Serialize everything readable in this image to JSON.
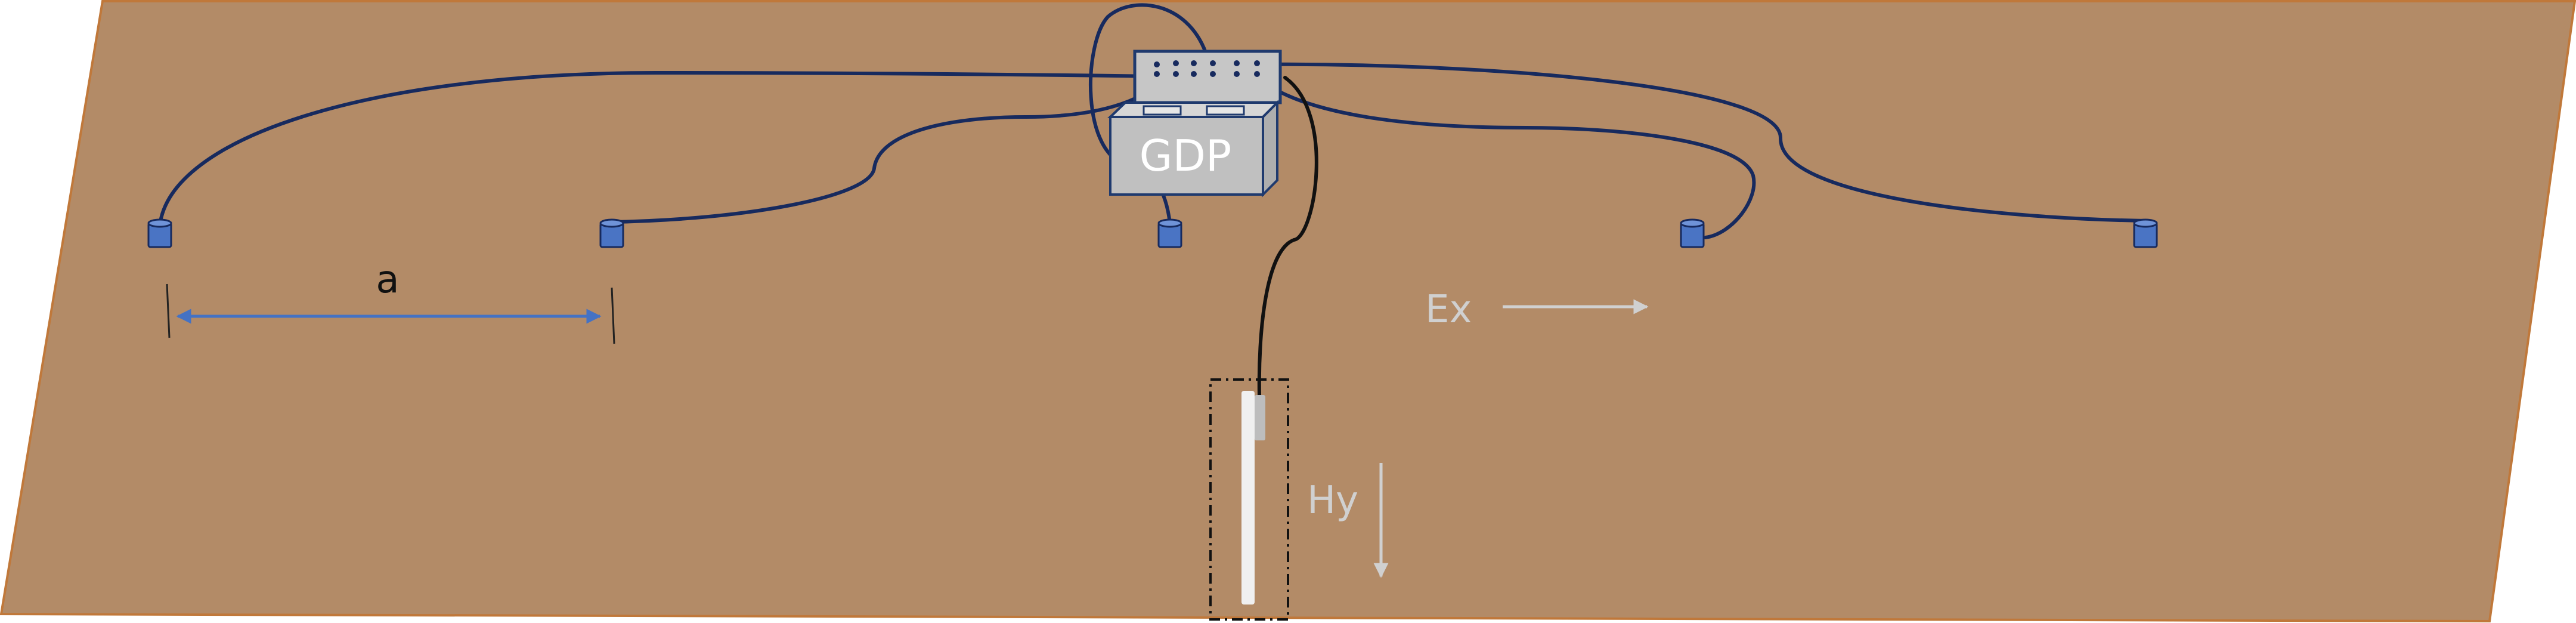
{
  "diagram": {
    "device_label": "GDP",
    "spacing_label": "a",
    "electric_label": "Ex",
    "magnetic_label": "Hy"
  },
  "colors": {
    "ground": "#b38b67",
    "ground_edge": "#c0783a",
    "cable": "#172a5e",
    "electrode": "#4a74c4",
    "spacing_arrow": "#4472c4",
    "label_gray": "#d0d0d0",
    "device_box": "#c0c0c0",
    "device_edge": "#1f3a6e"
  },
  "icons": [
    "electrode-icon",
    "gdp-receiver-icon",
    "magnetometer-coil-icon"
  ]
}
